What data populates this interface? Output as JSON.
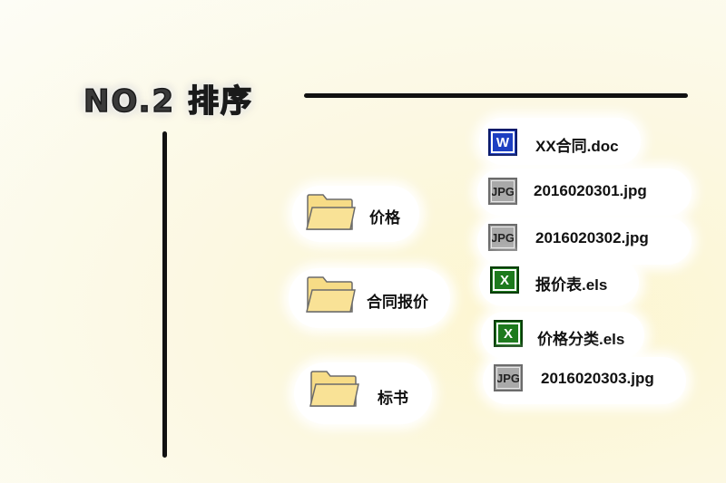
{
  "title": "NO.2  排序",
  "folders": [
    {
      "label": "价格"
    },
    {
      "label": "合同报价"
    },
    {
      "label": "标书"
    }
  ],
  "files": [
    {
      "icon": "word-doc-icon",
      "icon_text": "W",
      "name": "XX合同.doc"
    },
    {
      "icon": "jpg-icon",
      "icon_text": "JPG",
      "name": "2016020301.jpg"
    },
    {
      "icon": "jpg-icon",
      "icon_text": "JPG",
      "name": "2016020302.jpg"
    },
    {
      "icon": "excel-icon",
      "icon_text": "X",
      "name": "报价表.els"
    },
    {
      "icon": "excel-icon",
      "icon_text": "X",
      "name": "价格分类.els"
    },
    {
      "icon": "jpg-icon",
      "icon_text": "JPG",
      "name": "2016020303.jpg"
    }
  ],
  "colors": {
    "folder_fill": "#f7dc86",
    "folder_stroke": "#6b6b6b",
    "word": "#1c3fc2",
    "excel": "#1d7a1d",
    "jpg": "#a9a9a9"
  }
}
